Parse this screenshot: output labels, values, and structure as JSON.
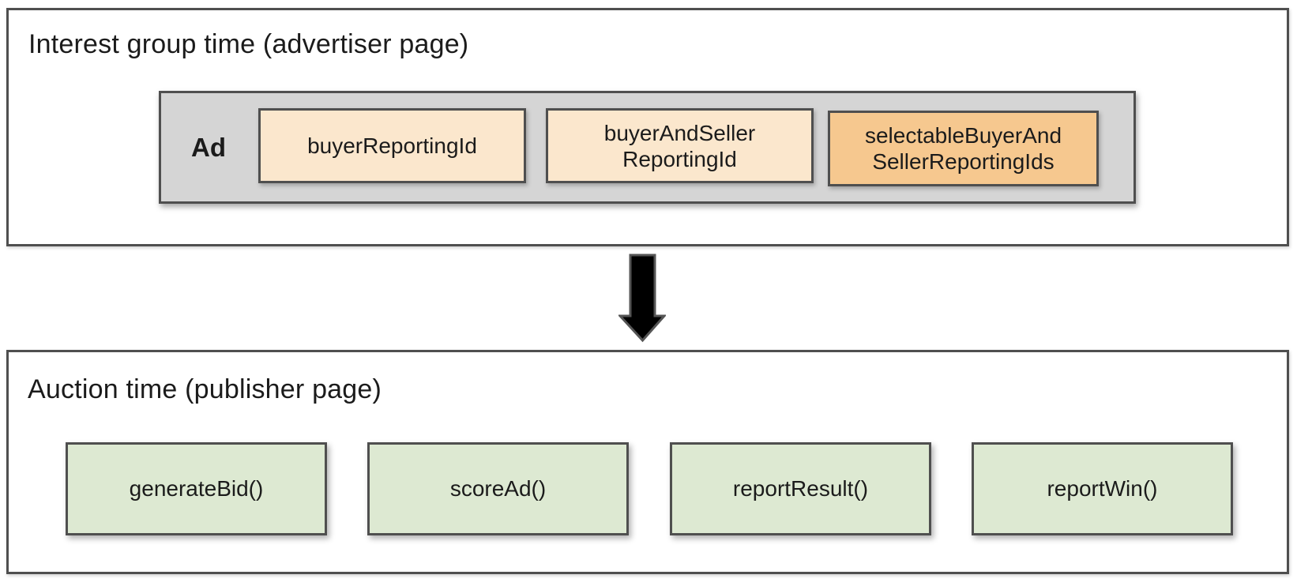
{
  "sections": {
    "interest_group": {
      "title": "Interest group time (advertiser page)",
      "ad_label": "Ad",
      "boxes": [
        {
          "label": "buyerReportingId"
        },
        {
          "label": "buyerAndSeller\nReportingId"
        },
        {
          "label": "selectableBuyerAnd\nSellerReportingIds"
        }
      ]
    },
    "auction": {
      "title": "Auction time (publisher page)",
      "functions": [
        {
          "label": "generateBid()"
        },
        {
          "label": "scoreAd()"
        },
        {
          "label": "reportResult()"
        },
        {
          "label": "reportWin()"
        }
      ]
    }
  },
  "arrow": {
    "name": "down-arrow"
  },
  "colors": {
    "border-dark": "#4f4f4f",
    "gray-fill": "#d5d5d5",
    "peach-fill": "#fbe7cd",
    "orange-fill": "#f6c88f",
    "green-fill": "#dde9d2",
    "text-color": "#1b1b1b",
    "arrow-fill": "#000000",
    "arrow-stroke": "#555555"
  }
}
